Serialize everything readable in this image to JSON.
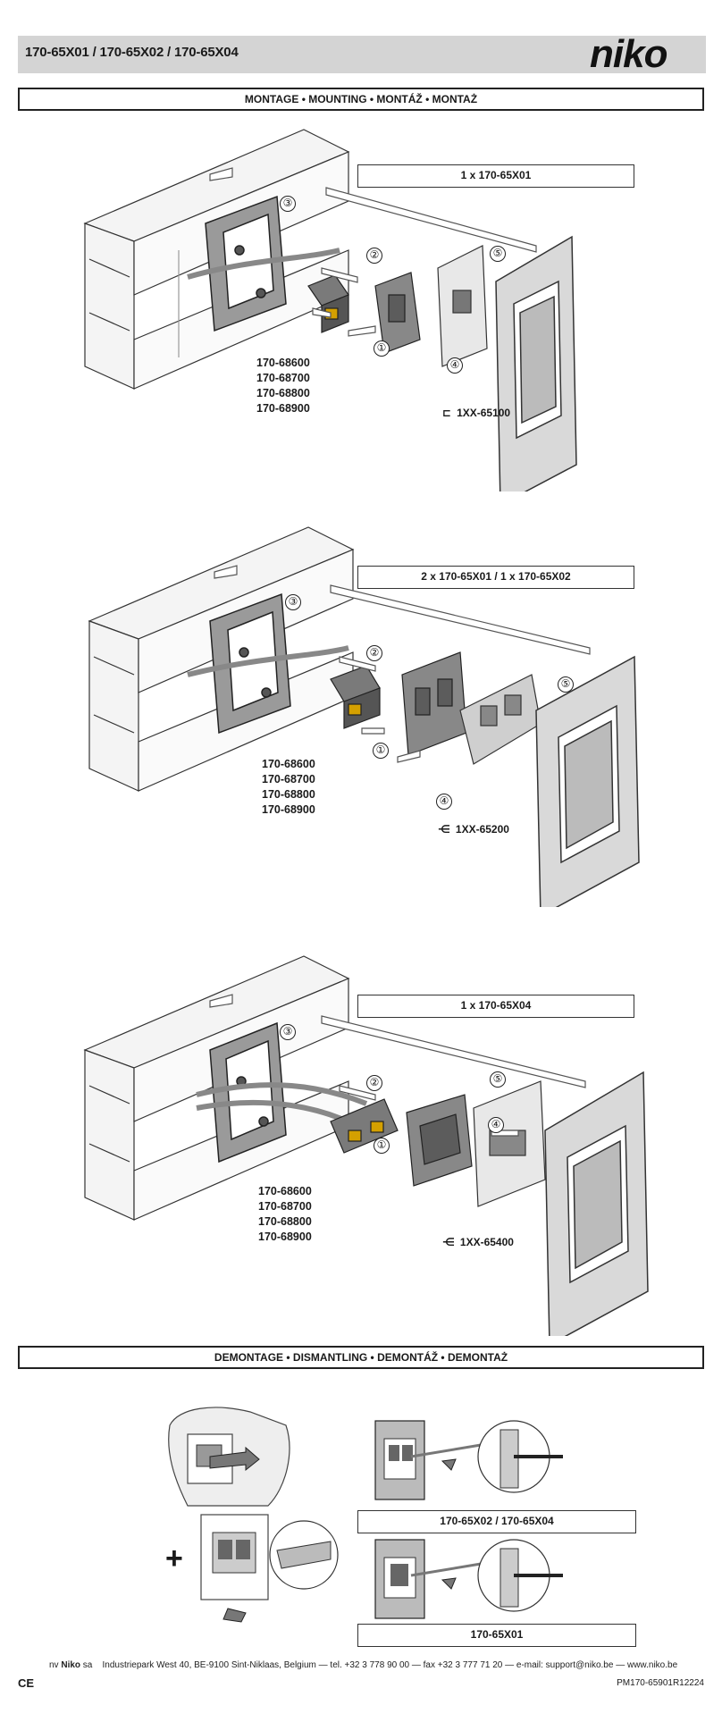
{
  "header": {
    "title": "170-65X01 / 170-65X02 / 170-65X04",
    "logo": "niko"
  },
  "mounting": {
    "section_title": "MONTAGE • MOUNTING • MONTÁŽ • MONTAŻ",
    "steps": [
      "①",
      "②",
      "③",
      "④",
      "⑤"
    ],
    "variants": [
      {
        "label": "1 x 170-65X01",
        "articles": [
          "170-68600",
          "170-68700",
          "170-68800",
          "170-68900"
        ],
        "plate": "1XX-65100"
      },
      {
        "label": "2 x 170-65X01  /  1 x 170-65X02",
        "articles": [
          "170-68600",
          "170-68700",
          "170-68800",
          "170-68900"
        ],
        "plate": "1XX-65200"
      },
      {
        "label": "1 x 170-65X04",
        "articles": [
          "170-68600",
          "170-68700",
          "170-68800",
          "170-68900"
        ],
        "plate": "1XX-65400"
      }
    ]
  },
  "dismantling": {
    "section_title": "DEMONTAGE • DISMANTLING • DEMONTÁŽ • DEMONTAŻ",
    "plus": "+",
    "labels": [
      "170-65X02 / 170-65X04",
      "170-65X01"
    ]
  },
  "footer": {
    "company_prefix": "nv ",
    "company": "Niko",
    "company_suffix": " sa",
    "address": "Industriepark West 40, BE-9100 Sint-Niklaas, Belgium — tel. +32 3 778 90 00 — fax +32 3 777 71 20 — e-mail: support@niko.be — www.niko.be",
    "ce_mark": "CE",
    "doc_ref": "PM170-65901R12224"
  },
  "colors": {
    "header_band": "#d4d4d4",
    "frame_fill": "#d9d9d9",
    "module_fill": "#7a7a7a",
    "line": "#333333"
  }
}
